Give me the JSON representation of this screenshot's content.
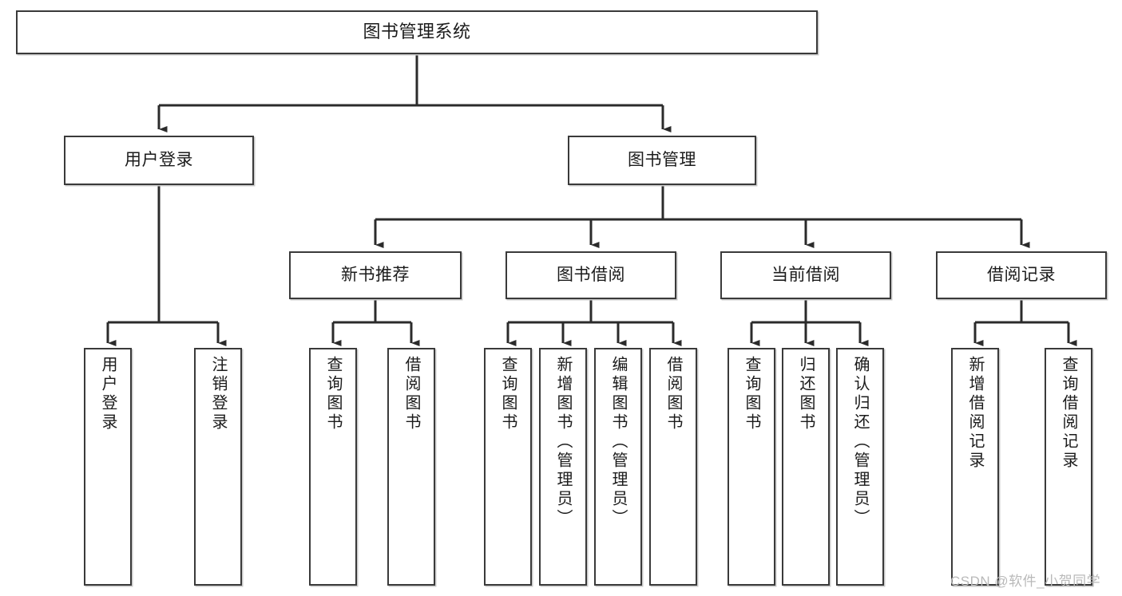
{
  "diagram": {
    "title": "图书管理系统",
    "type": "tree-hierarchy-diagram",
    "watermark": "CSDN @软件_小贺同学",
    "colors": {
      "box_border": "#3a3a3a",
      "box_fill": "#ffffff",
      "connector": "#2b2b2b",
      "background": "#ffffff",
      "watermark": "#b9b9b9"
    }
  },
  "nodes": {
    "root": {
      "label": "图书管理系统"
    },
    "level2": [
      {
        "id": "user-login",
        "label": "用户登录"
      },
      {
        "id": "book-manage",
        "label": "图书管理"
      }
    ],
    "level3": [
      {
        "id": "new-book-recommend",
        "label": "新书推荐"
      },
      {
        "id": "book-borrow",
        "label": "图书借阅"
      },
      {
        "id": "current-borrow",
        "label": "当前借阅"
      },
      {
        "id": "borrow-record",
        "label": "借阅记录"
      }
    ],
    "leaves": {
      "user_login": [
        {
          "id": "leaf-user-login",
          "label": "用户登录"
        },
        {
          "id": "leaf-logout-login",
          "label": "注销登录"
        }
      ],
      "new_book_recommend": [
        {
          "id": "leaf-query-book-1",
          "label": "查询图书"
        },
        {
          "id": "leaf-borrow-book-1",
          "label": "借阅图书"
        }
      ],
      "book_borrow": [
        {
          "id": "leaf-query-book-2",
          "label": "查询图书"
        },
        {
          "id": "leaf-add-book-admin",
          "label": "新增图书（管理员）"
        },
        {
          "id": "leaf-edit-book-admin",
          "label": "编辑图书（管理员）"
        },
        {
          "id": "leaf-borrow-book-2",
          "label": "借阅图书"
        }
      ],
      "current_borrow": [
        {
          "id": "leaf-query-book-3",
          "label": "查询图书"
        },
        {
          "id": "leaf-return-book",
          "label": "归还图书"
        },
        {
          "id": "leaf-confirm-return-admin",
          "label": "确认归还（管理员）"
        }
      ],
      "borrow_record": [
        {
          "id": "leaf-add-borrow-record",
          "label": "新增借阅记录"
        },
        {
          "id": "leaf-query-borrow-record",
          "label": "查询借阅记录"
        }
      ]
    }
  }
}
